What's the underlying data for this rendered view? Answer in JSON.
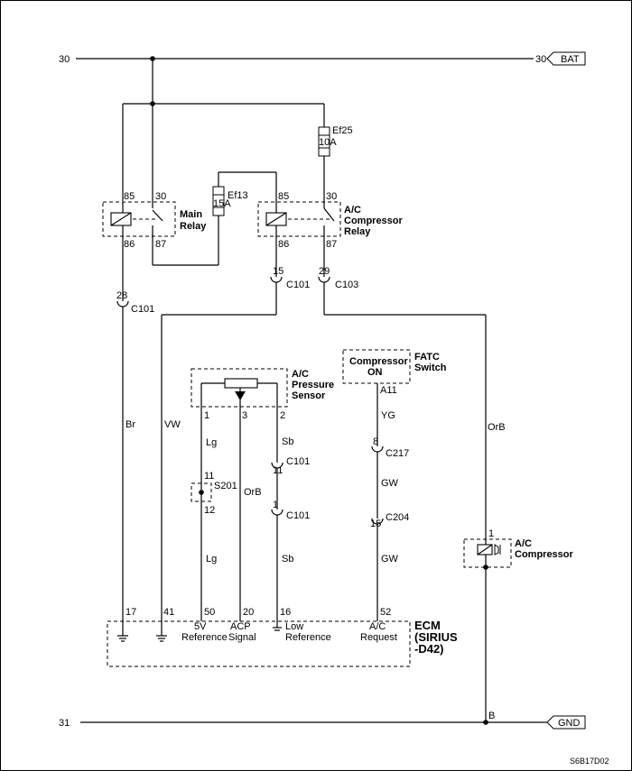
{
  "bus": {
    "top_left": "30",
    "top_right": "30",
    "top_tag": "BAT",
    "bottom_left": "31",
    "bottom_tag": "GND",
    "bottom_junction": "B"
  },
  "fuses": {
    "ef25": {
      "name": "Ef25",
      "rating": "10A"
    },
    "ef13": {
      "name": "Ef13",
      "rating": "15A"
    }
  },
  "main_relay": {
    "label_line1": "Main",
    "label_line2": "Relay",
    "pins": {
      "p85": "85",
      "p30": "30",
      "p86": "86",
      "p87": "87"
    }
  },
  "ac_relay": {
    "label_line1": "A/C",
    "label_line2": "Compressor",
    "label_line3": "Relay",
    "pins": {
      "p85": "85",
      "p30": "30",
      "p86": "86",
      "p87": "87"
    }
  },
  "connectors": {
    "c101_15": {
      "pin": "15",
      "name": "C101"
    },
    "c103_29": {
      "pin": "29",
      "name": "C103"
    },
    "c101_28": {
      "pin": "28",
      "name": "C101"
    },
    "c101_11": {
      "pin": "11",
      "name": "C101"
    },
    "c101_1": {
      "pin": "1",
      "name": "C101"
    },
    "c217_8": {
      "pin": "8",
      "name": "C217"
    },
    "c204_15": {
      "pin": "15",
      "name": "C204"
    }
  },
  "wires": {
    "br": "Br",
    "vw": "VW",
    "lg_upper": "Lg",
    "lg_lower": "Lg",
    "orb_sensor": "OrB",
    "sb_upper": "Sb",
    "sb_lower": "Sb",
    "yg": "YG",
    "gw_upper": "GW",
    "gw_lower": "GW",
    "orb_comp": "OrB"
  },
  "pressure_sensor": {
    "label_line1": "A/C",
    "label_line2": "Pressure",
    "label_line3": "Sensor",
    "pins": {
      "p1": "1",
      "p3": "3",
      "p2": "2"
    }
  },
  "splice": {
    "name": "S201",
    "pin_top": "11",
    "pin_bottom": "12"
  },
  "fatc": {
    "box_line1": "Compressor",
    "box_line2": "ON",
    "label_line1": "FATC",
    "label_line2": "Switch",
    "pin": "A11"
  },
  "compressor": {
    "pin": "1",
    "label_line1": "A/C",
    "label_line2": "Compressor"
  },
  "ecm": {
    "label_line1": "ECM",
    "label_line2": "(SIRIUS",
    "label_line3": "-D42)",
    "pins": {
      "p17": "17",
      "p41": "41",
      "p50": "50",
      "p20": "20",
      "p16": "16",
      "p52": "52"
    },
    "sig_5v_1": "5V",
    "sig_5v_2": "Reference",
    "sig_acp_1": "ACP",
    "sig_acp_2": "Signal",
    "sig_low_1": "Low",
    "sig_low_2": "Reference",
    "sig_req_1": "A/C",
    "sig_req_2": "Request"
  },
  "diagram_code": "S6B17D02"
}
